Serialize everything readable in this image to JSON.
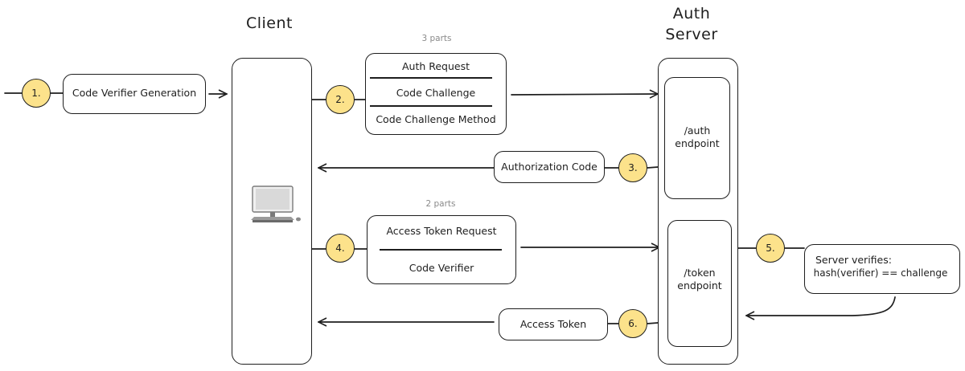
{
  "titles": {
    "client": "Client",
    "auth_server_line1": "Auth",
    "auth_server_line2": "Server"
  },
  "steps": {
    "s1": "1.",
    "s2": "2.",
    "s3": "3.",
    "s4": "4.",
    "s5": "5.",
    "s6": "6."
  },
  "nodes": {
    "code_verifier_generation": "Code Verifier Generation",
    "auth_request_parts_note": "3 parts",
    "auth_request": "Auth Request",
    "code_challenge": "Code Challenge",
    "code_challenge_method": "Code Challenge Method",
    "authorization_code": "Authorization Code",
    "token_request_parts_note": "2 parts",
    "access_token_request": "Access Token Request",
    "code_verifier": "Code Verifier",
    "access_token": "Access Token",
    "auth_endpoint_line1": "/auth",
    "auth_endpoint_line2": "endpoint",
    "token_endpoint_line1": "/token",
    "token_endpoint_line2": "endpoint",
    "server_verifies_line1": "Server verifies:",
    "server_verifies_line2": "hash(verifier) == challenge"
  },
  "icons": {
    "client": "desktop-computer-icon"
  },
  "colors": {
    "badge": "#fce28b",
    "stroke": "#1e1e1e"
  }
}
